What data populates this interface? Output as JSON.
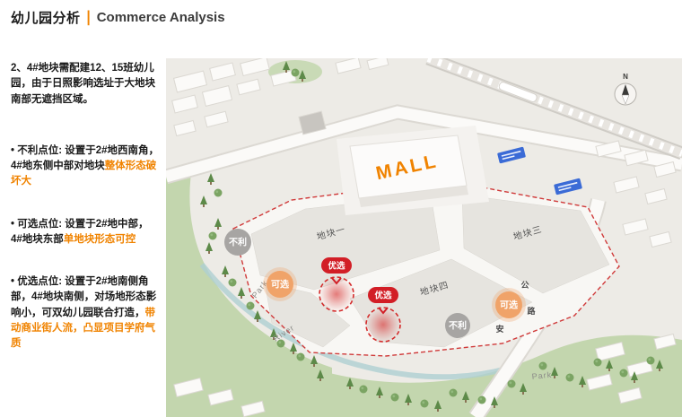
{
  "header": {
    "title_zh": "幼儿园分析",
    "divider": "|",
    "title_en": "Commerce Analysis",
    "accent_color": "#f08300"
  },
  "sidebar": {
    "intro": "2、4#地块需配建12、15班幼儿园，由于日照影响选址于大地块南部无遮挡区域。",
    "bullets": [
      {
        "prefix": "• 不利点位: 设置于2#地西南角，4#地东侧中部对地块",
        "highlight": "整体形态破坏大"
      },
      {
        "prefix": "• 可选点位: 设置于2#地中部，4#地块东部",
        "highlight": "单地块形态可控"
      },
      {
        "prefix": "• 优选点位: 设置于2#地南侧角部，4#地块南侧，对场地形态影响小，可双幼儿园联合打造，",
        "highlight": "带动商业街人流，凸显项目学府气质"
      }
    ]
  },
  "map": {
    "mall_label": "MALL",
    "plots": [
      "地块一",
      "地块三",
      "地块四"
    ],
    "marker_unfavorable": "不利",
    "marker_optional": "可选",
    "marker_preferred": "优选",
    "park_label": "Park",
    "river_label": "River",
    "road_chars": [
      "安",
      "公",
      "路"
    ],
    "compass_n": "N",
    "colors": {
      "preferred_red": "#d21e26",
      "optional_orange": "#f0a369",
      "unfavorable_gray": "#a7a5a3",
      "site_outline_red": "#d03a3a",
      "mall_orange": "#f08300"
    }
  }
}
